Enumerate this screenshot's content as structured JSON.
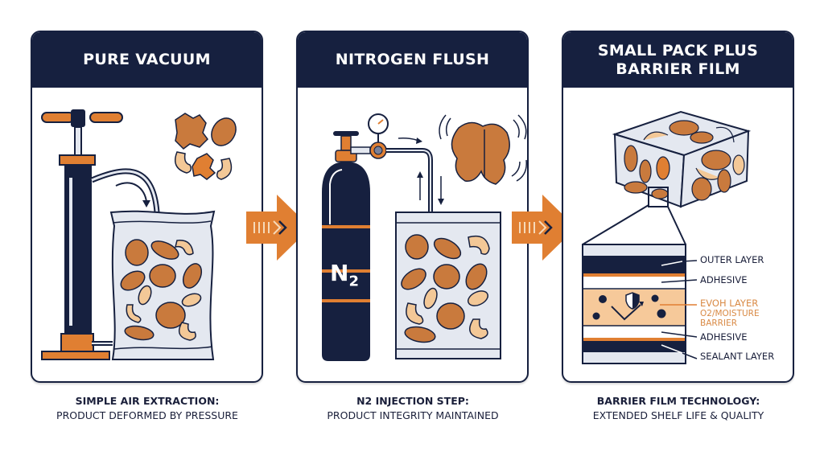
{
  "colors": {
    "navy": "#16203f",
    "orange": "#e07f32",
    "peach": "#f6c99a",
    "light_gray": "#e4e8f0",
    "nut_brown": "#c97a3d",
    "cashew": "#f3c897"
  },
  "panels": [
    {
      "title": "PURE VACUUM",
      "illustration": "hand-pump-vacuum-bag",
      "caption": {
        "line1": "SIMPLE AIR EXTRACTION:",
        "line2": "PRODUCT DEFORMED BY PRESSURE"
      }
    },
    {
      "title": "NITROGEN FLUSH",
      "illustration": "nitrogen-cylinder-bag",
      "cylinder_label": "N",
      "cylinder_subscript": "2",
      "caption": {
        "line1": "N2 INJECTION STEP:",
        "line2": "PRODUCT INTEGRITY MAINTAINED"
      }
    },
    {
      "title": "SMALL PACK PLUS BARRIER FILM",
      "illustration": "barrier-film-cross-section",
      "layers": [
        {
          "label": "OUTER LAYER"
        },
        {
          "label": "ADHESIVE"
        },
        {
          "label": "EVOH LAYER",
          "sublabel_1": "O2/MOISTURE",
          "sublabel_2": "BARRIER"
        },
        {
          "label": "ADHESIVE"
        },
        {
          "label": "SEALANT LAYER"
        }
      ],
      "caption": {
        "line1": "BARRIER FILM TECHNOLOGY:",
        "line2": "EXTENDED SHELF LIFE & QUALITY"
      }
    }
  ],
  "arrows": [
    {
      "icon": "orange-right-arrow-icon"
    },
    {
      "icon": "orange-right-arrow-icon"
    }
  ]
}
